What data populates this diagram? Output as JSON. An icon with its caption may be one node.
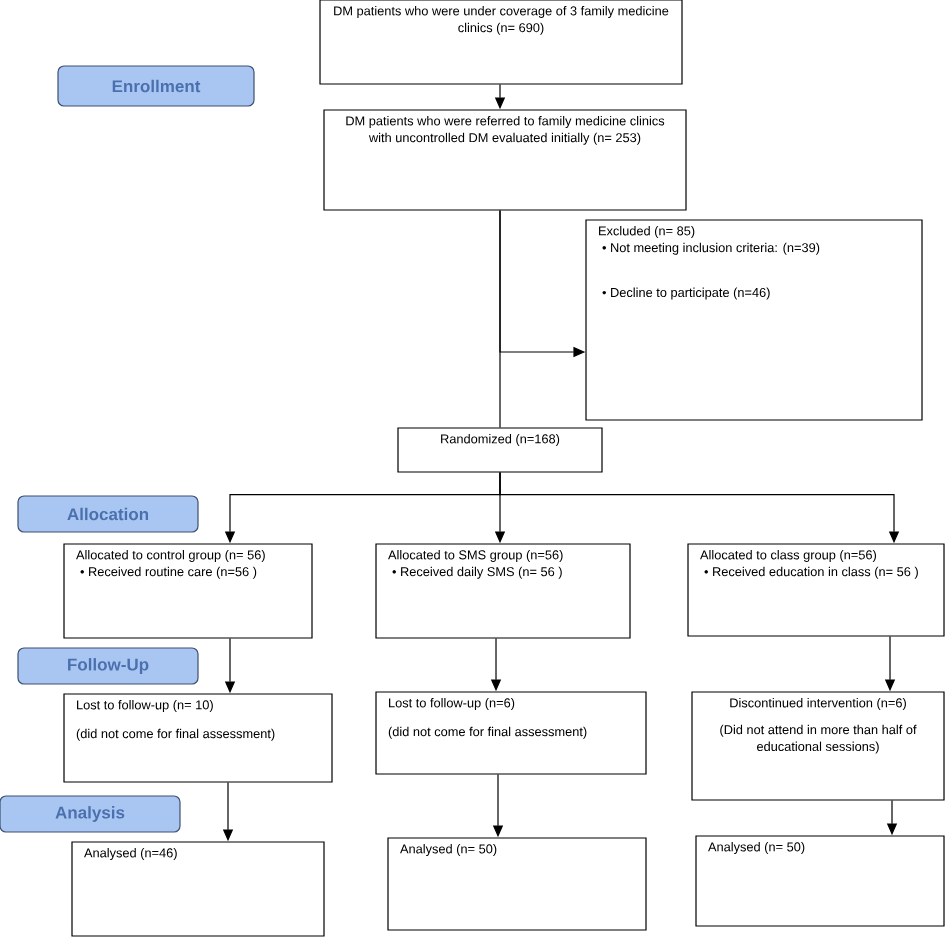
{
  "diagram": {
    "nodes": [
      {
        "text": [
          "Enrollment"
        ]
      },
      {
        "text": [
          "DM patients who were under coverage of 3 family medicine clinics (n= 690)"
        ]
      },
      {
        "text": [
          "DM patients who were referred to family medicine clinics with uncontrolled DM evaluated initially (n= 253)"
        ]
      },
      {
        "text": [
          "Excluded (n= 85)",
          "• Not meeting inclusion criteria: (n=39)",
          "• Decline to participate (n=46)"
        ]
      },
      {
        "text": [
          "Randomized (n=168)"
        ]
      },
      {
        "text": [
          "Allocation"
        ]
      },
      {
        "text": [
          "Allocated to control group (n= 56)",
          "• Received routine care (n=56 )"
        ]
      },
      {
        "text": [
          "Allocated to SMS group (n=56)",
          "• Received daily SMS (n= 56 )"
        ]
      },
      {
        "text": [
          "Allocated to class group (n=56)",
          "• Received education in class (n= 56 )"
        ]
      },
      {
        "text": [
          "Follow-Up"
        ]
      },
      {
        "text": [
          "Lost to follow-up (n= 10)",
          "(did not come for final assessment)"
        ]
      },
      {
        "text": [
          "Lost to follow-up (n=6)",
          "(did not come for final assessment)"
        ]
      },
      {
        "text": [
          "Discontinued intervention (n=6)",
          "(Did not attend in more than half of educational sessions)"
        ]
      },
      {
        "text": [
          "Analysis"
        ]
      },
      {
        "text": [
          "Analysed (n=46)"
        ]
      },
      {
        "text": [
          "Analysed (n= 50)"
        ]
      },
      {
        "text": [
          "Analysed (n= 50)"
        ]
      }
    ],
    "edges": [
      {
        "from": 1,
        "to": 2,
        "arrow": "to"
      },
      {
        "from": 2,
        "to": 4,
        "arrow": "none"
      },
      {
        "from": 2,
        "to": 3,
        "arrow": "to"
      },
      {
        "from": 4,
        "to": 6,
        "arrow": "to"
      },
      {
        "from": 4,
        "to": 7,
        "arrow": "to"
      },
      {
        "from": 4,
        "to": 8,
        "arrow": "to"
      },
      {
        "from": 6,
        "to": 10,
        "arrow": "to"
      },
      {
        "from": 7,
        "to": 11,
        "arrow": "to"
      },
      {
        "from": 8,
        "to": 12,
        "arrow": "to"
      },
      {
        "from": 10,
        "to": 14,
        "arrow": "to"
      },
      {
        "from": 11,
        "to": 15,
        "arrow": "to"
      },
      {
        "from": 12,
        "to": 16,
        "arrow": "to"
      }
    ]
  }
}
